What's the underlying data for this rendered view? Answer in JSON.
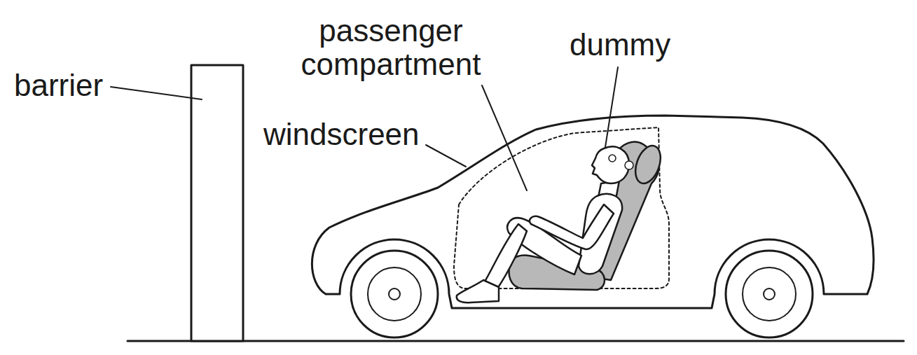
{
  "diagram": {
    "labels": [
      "barrier",
      "passenger compartment",
      "windscreen",
      "dummy"
    ]
  }
}
